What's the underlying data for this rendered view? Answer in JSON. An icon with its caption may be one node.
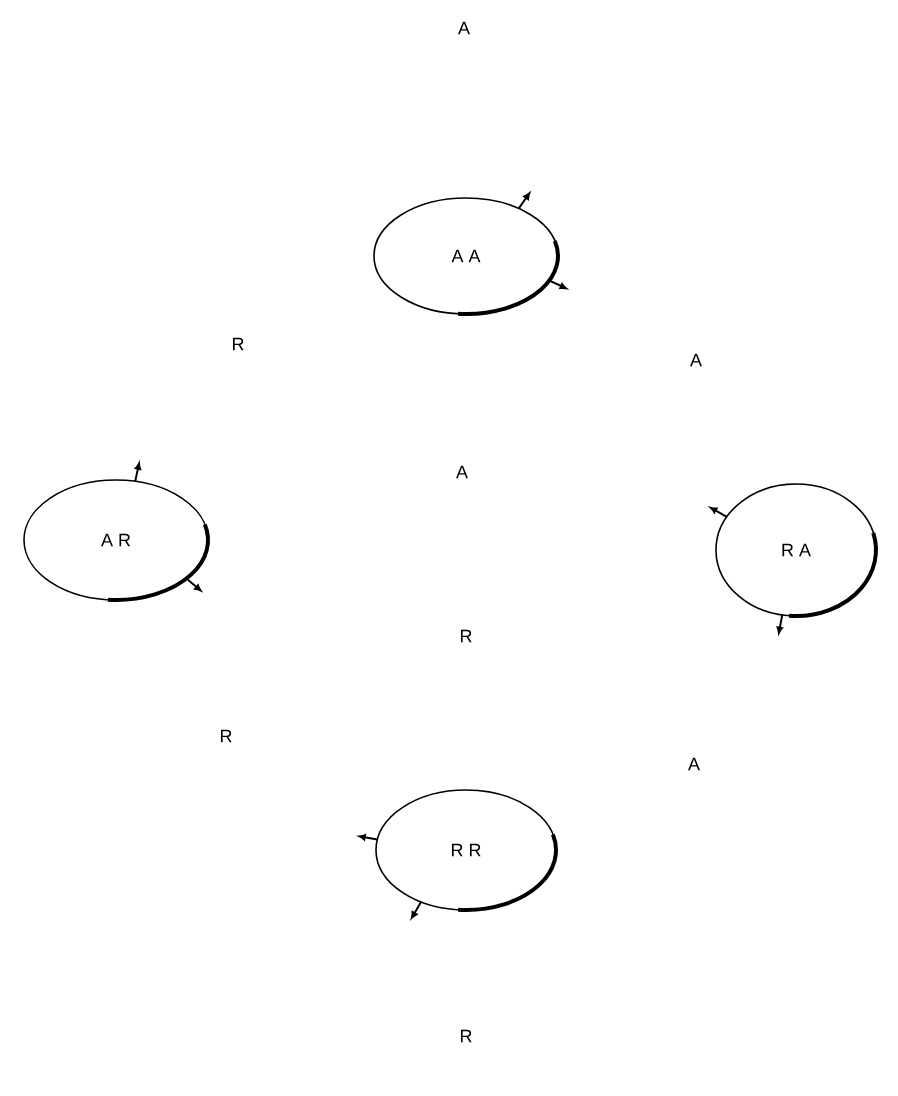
{
  "diagram": {
    "nodes": [
      {
        "text": [
          "A A"
        ]
      },
      {
        "text": [
          "A R"
        ]
      },
      {
        "text": [
          "R A"
        ]
      },
      {
        "text": [
          "R R"
        ]
      }
    ],
    "labels": [
      "A",
      "R",
      "A",
      "A",
      "R",
      "R",
      "A",
      "R"
    ]
  }
}
